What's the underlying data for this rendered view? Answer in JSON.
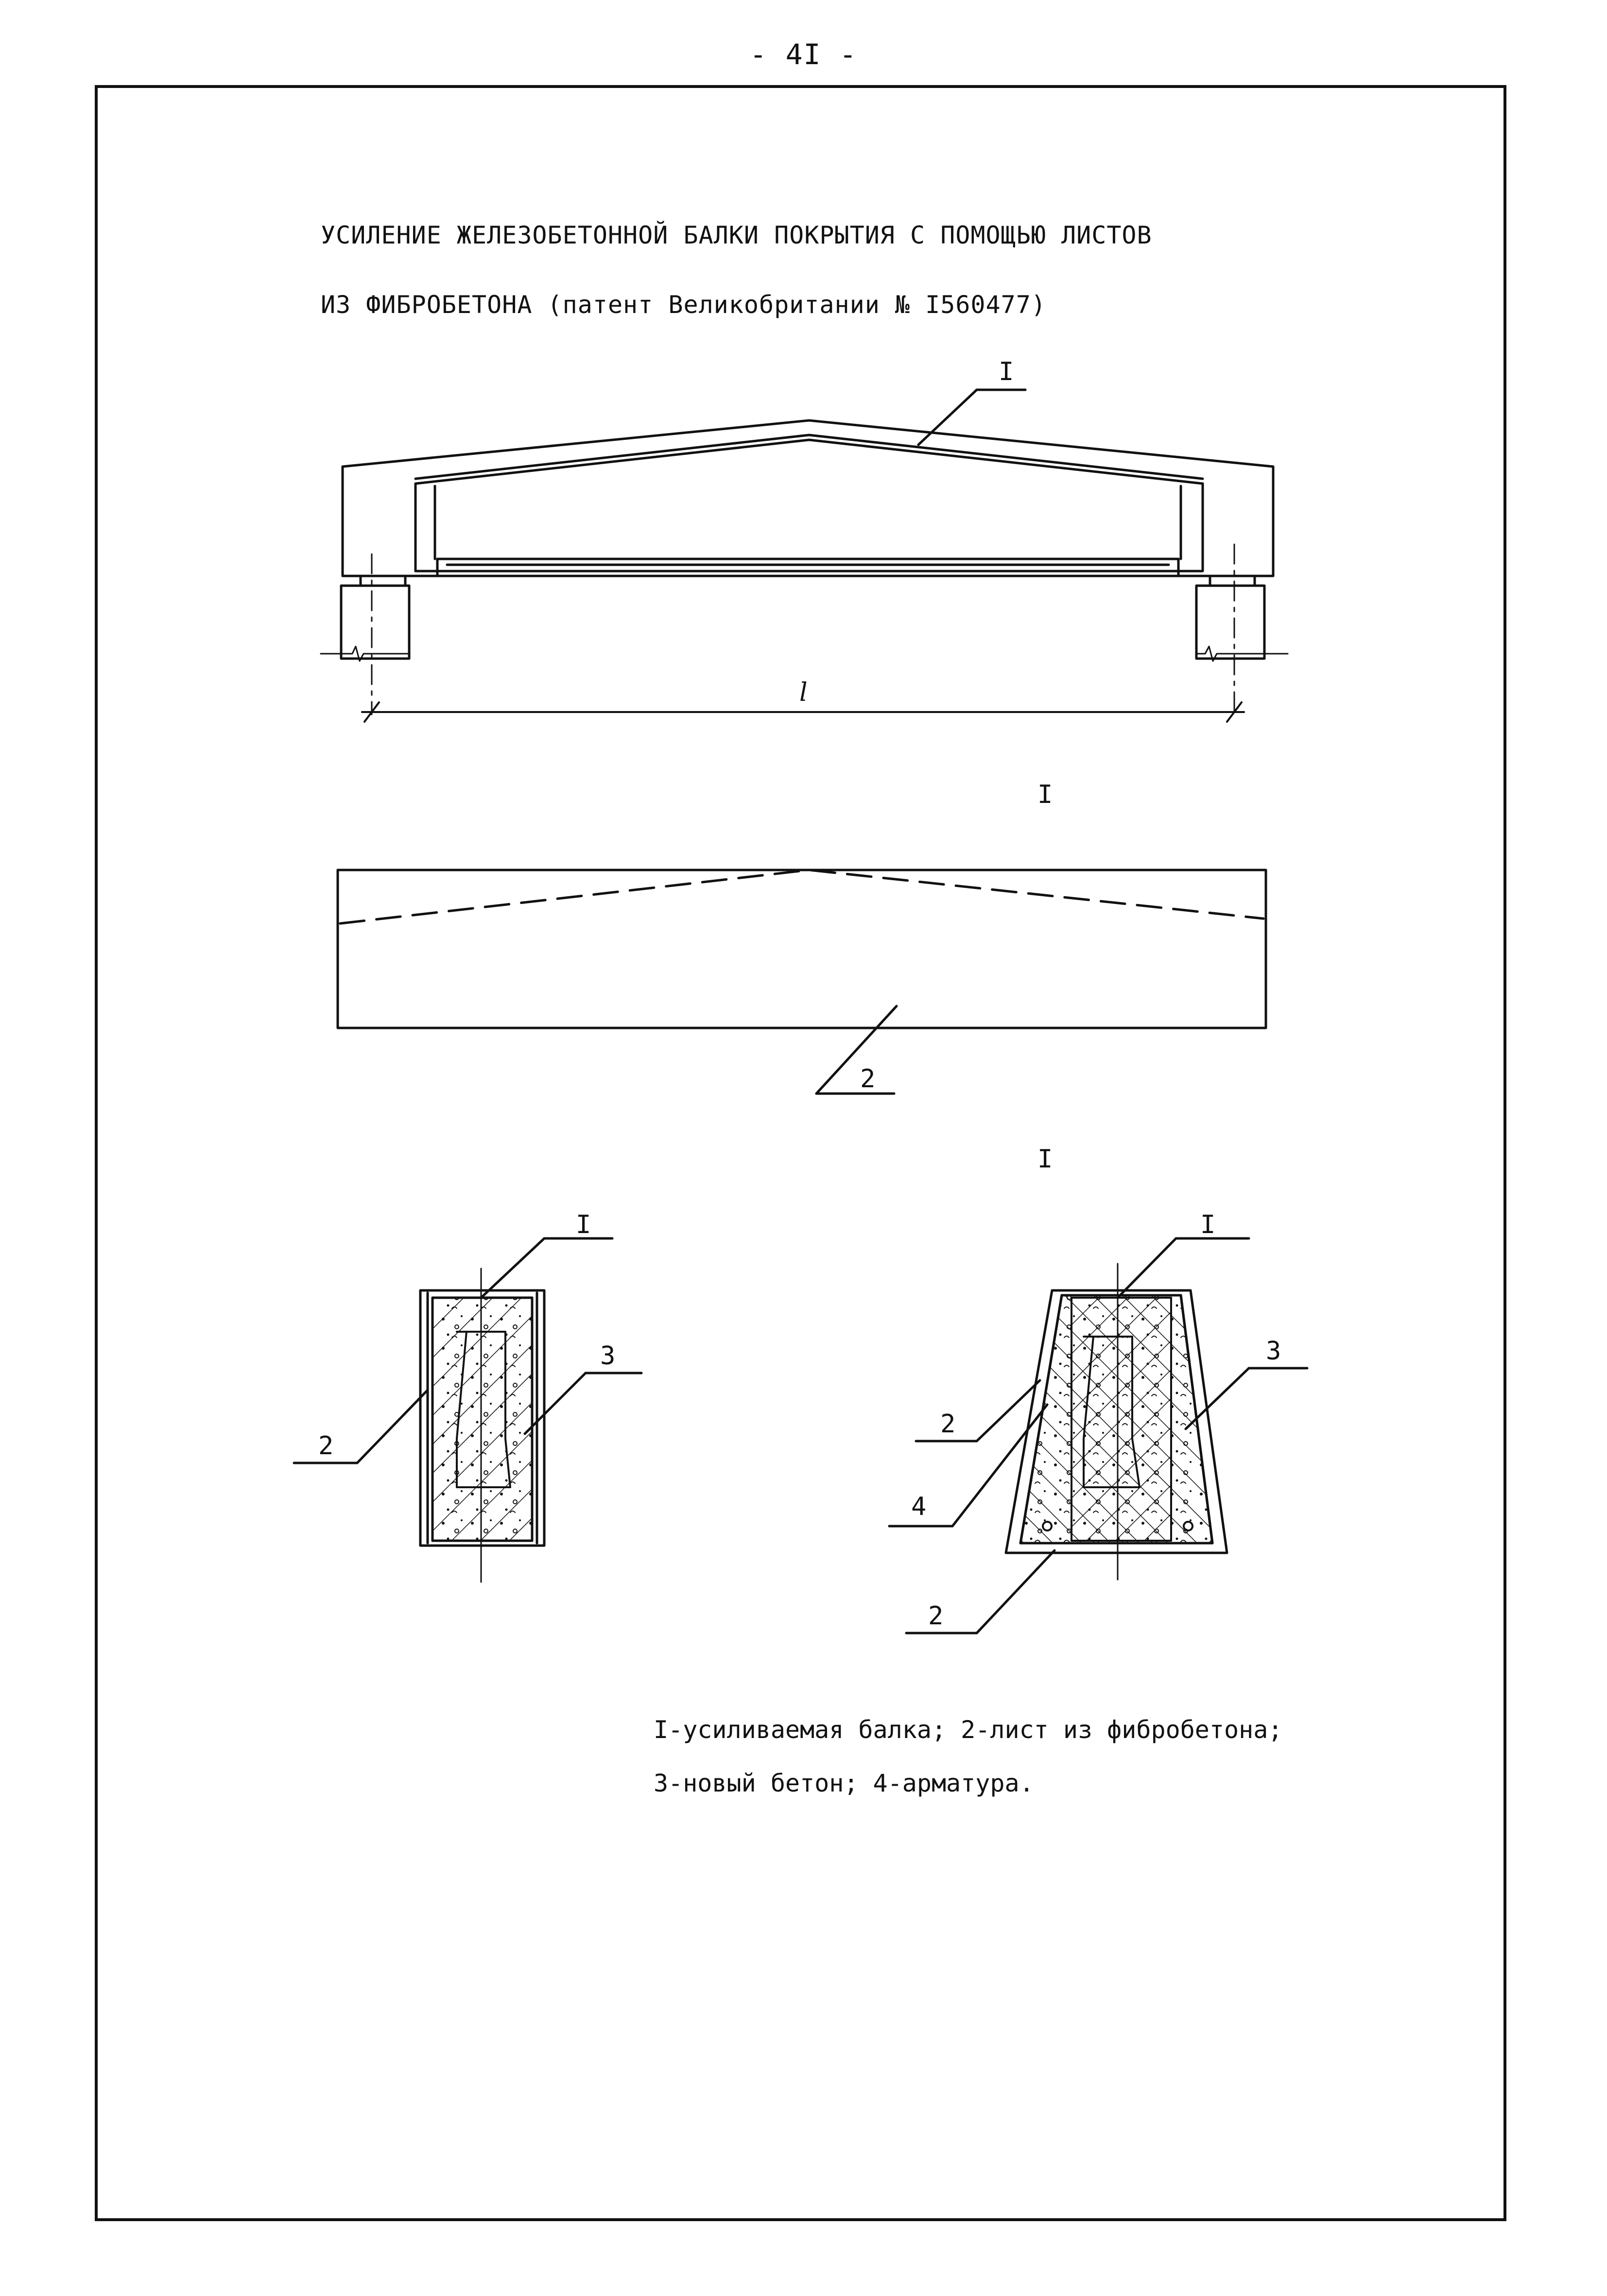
{
  "page_number": "- 4I -",
  "title": {
    "line1": "УСИЛЕНИЕ ЖЕЛЕЗОБЕТОННОЙ БАЛКИ ПОКРЫТИЯ С ПОМОЩЬЮ ЛИСТОВ",
    "line2": "ИЗ ФИБРОБЕТОНА  (патент Великобритании № I560477)"
  },
  "elevation": {
    "callout_1": "I",
    "span_label": "l"
  },
  "plan_view": {
    "view_title": "I",
    "callout_2": "2"
  },
  "sections": {
    "view_title": "I",
    "left": {
      "callout_1": "I",
      "callout_2": "2",
      "callout_3": "3"
    },
    "right": {
      "callout_1": "I",
      "callout_2_upper": "2",
      "callout_3": "3",
      "callout_4": "4",
      "callout_2_lower": "2"
    }
  },
  "legend": {
    "line1": "I-усиливаемая балка; 2-лист из фибробетона;",
    "line2": "3-новый бетон; 4-арматура."
  }
}
